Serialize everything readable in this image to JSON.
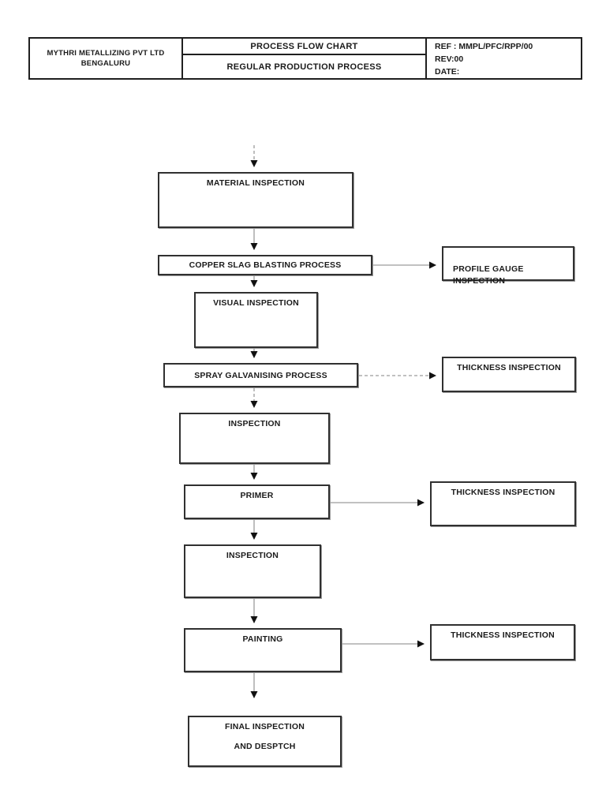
{
  "header": {
    "company_name": "MYTHRI METALLIZING PVT LTD",
    "company_city": "BENGALURU",
    "doc_title": "PROCESS FLOW CHART",
    "doc_subtitle": "REGULAR PRODUCTION PROCESS",
    "ref": "REF : MMPL/PFC/RPP/00",
    "rev": "REV:00",
    "date": "DATE:"
  },
  "flowchart": {
    "nodes": [
      {
        "id": "material-inspection",
        "label": "MATERIAL INSPECTION"
      },
      {
        "id": "copper-slag-blasting",
        "label": "COPPER SLAG BLASTING PROCESS"
      },
      {
        "id": "visual-inspection",
        "label": "VISUAL INSPECTION"
      },
      {
        "id": "spray-galvanising",
        "label": "SPRAY GALVANISING PROCESS"
      },
      {
        "id": "inspection-1",
        "label": "INSPECTION"
      },
      {
        "id": "primer",
        "label": "PRIMER"
      },
      {
        "id": "inspection-2",
        "label": "INSPECTION"
      },
      {
        "id": "painting",
        "label": "PAINTING"
      },
      {
        "id": "final-inspection",
        "label": "FINAL INSPECTION",
        "label2": "AND DESPTCH"
      },
      {
        "id": "profile-gauge-inspection",
        "label": "PROFILE GAUGE\nINSPECTION"
      },
      {
        "id": "thickness-inspection-1",
        "label": "THICKNESS INSPECTION"
      },
      {
        "id": "thickness-inspection-2",
        "label": "THICKNESS INSPECTION"
      },
      {
        "id": "thickness-inspection-3",
        "label": "THICKNESS INSPECTION"
      }
    ],
    "connections": [
      {
        "from": "start",
        "to": "material-inspection",
        "style": "dashed"
      },
      {
        "from": "material-inspection",
        "to": "copper-slag-blasting",
        "style": "solid"
      },
      {
        "from": "copper-slag-blasting",
        "to": "visual-inspection",
        "style": "solid"
      },
      {
        "from": "copper-slag-blasting",
        "to": "profile-gauge-inspection",
        "style": "solid"
      },
      {
        "from": "visual-inspection",
        "to": "spray-galvanising",
        "style": "solid"
      },
      {
        "from": "spray-galvanising",
        "to": "inspection-1",
        "style": "dashed"
      },
      {
        "from": "spray-galvanising",
        "to": "thickness-inspection-1",
        "style": "dashed"
      },
      {
        "from": "inspection-1",
        "to": "primer",
        "style": "solid"
      },
      {
        "from": "primer",
        "to": "inspection-2",
        "style": "solid"
      },
      {
        "from": "primer",
        "to": "thickness-inspection-2",
        "style": "solid"
      },
      {
        "from": "inspection-2",
        "to": "painting",
        "style": "solid"
      },
      {
        "from": "painting",
        "to": "final-inspection",
        "style": "solid"
      },
      {
        "from": "painting",
        "to": "thickness-inspection-3",
        "style": "solid"
      }
    ],
    "colors": {
      "page_bg": "#ffffff",
      "box_border": "#303030",
      "connector_line": "#9c9c9c",
      "arrowhead": "#111111",
      "text": "#1b1b1b"
    }
  }
}
